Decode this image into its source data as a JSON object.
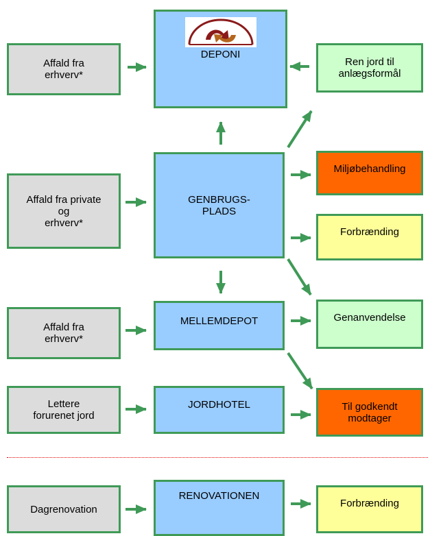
{
  "colors": {
    "border": "#3f9a57",
    "arrow": "#3f9a57",
    "grey_box": "#dcdcdc",
    "blue_box": "#99ccff",
    "light_green_box": "#ccffcc",
    "orange_box": "#ff6600",
    "yellow_box": "#ffff99",
    "separator": "#e00000"
  },
  "sources": {
    "s1": [
      "Affald fra",
      "erhverv*"
    ],
    "s2": [
      "Affald fra private",
      "og",
      "erhverv*"
    ],
    "s3": [
      "Affald fra",
      "erhverv*"
    ],
    "s4": [
      "Lettere",
      "forurenet jord"
    ],
    "s5": [
      "Dagrenovation"
    ]
  },
  "facilities": {
    "deponi": "DEPONI",
    "deponi_logo": "logo-icon",
    "genbrug": [
      "GENBRUGS-",
      "PLADS"
    ],
    "mellemdepot": "MELLEMDEPOT",
    "jordhotel": "JORDHOTEL",
    "renovationen": "RENOVATIONEN"
  },
  "destinations": {
    "ren_jord": [
      "Ren jord til",
      "anlægsformål"
    ],
    "miljo": "Miljøbehandling",
    "forbraending": "Forbrænding",
    "genanvendelse": "Genanvendelse",
    "godkendt": [
      "Til godkendt",
      "modtager"
    ],
    "forbraending_bottom": "Forbrænding"
  }
}
